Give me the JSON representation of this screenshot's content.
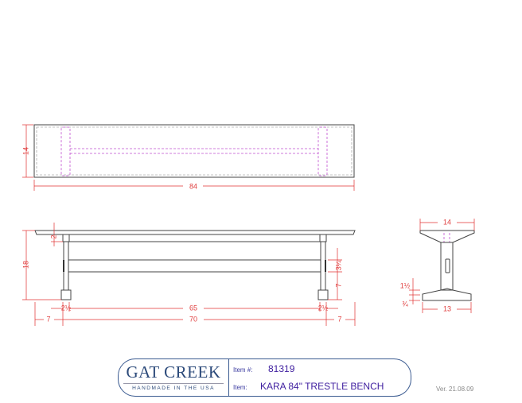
{
  "drawing": {
    "top_view": {
      "width_dim": "14",
      "length_dim": "84"
    },
    "front_view": {
      "height_dim": "18",
      "apron_dim": "2",
      "stretcher_dim": "3¼",
      "stretcher_height_dim": "7",
      "leg_dim": "2½",
      "inner_span_dim": "65",
      "leg_span_dim": "70",
      "overhang_dim": "7"
    },
    "end_view": {
      "top_dim": "14",
      "foot_dim": "13",
      "foot_height_dim_a": "1½",
      "foot_height_dim_b": "¾"
    }
  },
  "title_block": {
    "brand": "GAT CREEK",
    "tagline": "HANDMADE IN THE USA",
    "item_no_label": "Item #:",
    "item_no": "81319",
    "item_label": "Item:",
    "item": "KARA 84\" TRESTLE BENCH"
  },
  "version": "Ver. 21.08.09",
  "colors": {
    "dimension": "#e03030",
    "hidden": "#c050d0",
    "brand": "#2c4a7a"
  }
}
